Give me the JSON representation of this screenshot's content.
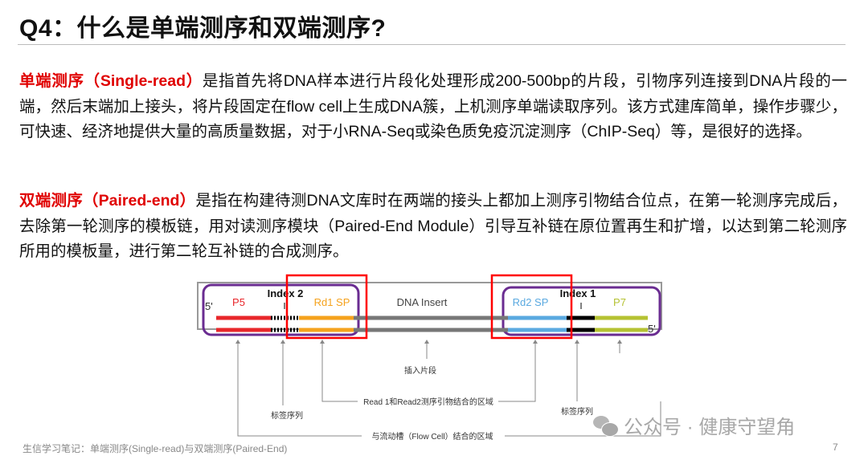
{
  "title": "Q4：什么是单端测序和双端测序?",
  "single_read": {
    "term": "单端测序（Single-read）",
    "text": "是指首先将DNA样本进行片段化处理形成200-500bp的片段，引物序列连接到DNA片段的一端，然后末端加上接头，将片段固定在flow cell上生成DNA簇，上机测序单端读取序列。该方式建库简单，操作步骤少，可快速、经济地提供大量的高质量数据，对于小RNA-Seq或染色质免疫沉淀测序（ChIP-Seq）等，是很好的选择。"
  },
  "paired_end": {
    "term": "双端测序（Paired-end）",
    "text": "是指在构建待测DNA文库时在两端的接头上都加上测序引物结合位点，在第一轮测序完成后，去除第一轮测序的模板链，用对读测序模块（Paired-End Module）引导互补链在原位置再生和扩增，以达到第二轮测序所用的模板量，进行第二轮互补链的合成测序。"
  },
  "diagram": {
    "five_prime_left": "5'",
    "five_prime_right": "5'",
    "p5": "P5",
    "index2": "Index 2",
    "rd1sp": "Rd1 SP",
    "insert": "DNA Insert",
    "rd2sp": "Rd2 SP",
    "index1": "Index 1",
    "p7": "P7",
    "label_insert": "插入片段",
    "label_primer": "Read 1和Read2测序引物结合的区域",
    "label_index_left": "标签序列",
    "label_index_right": "标签序列",
    "label_flowcell": "与流动槽（Flow Cell）结合的区域",
    "colors": {
      "p5": "#e8262a",
      "rd1": "#f5a21c",
      "insert": "#777777",
      "rd2": "#5aa9e0",
      "index": "#000000",
      "p7": "#b5c232",
      "purple": "#6a2c91",
      "highlight": "#ff0000"
    }
  },
  "footer": "生信学习笔记：单端测序(Single-read)与双端测序(Paired-End)",
  "page_number": "7",
  "watermark": "公众号 · 健康守望角"
}
